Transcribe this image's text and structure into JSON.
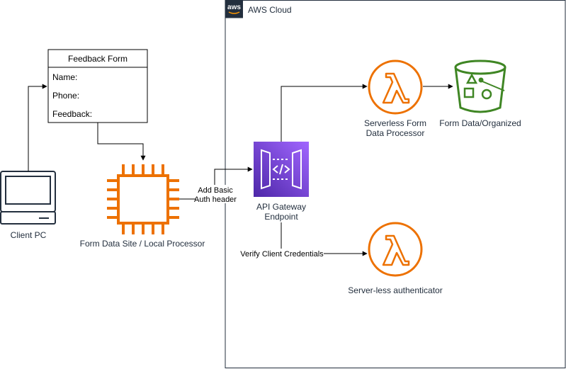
{
  "cloud": {
    "title": "AWS Cloud",
    "logo_text": "aws"
  },
  "form": {
    "title": "Feedback Form",
    "fields": [
      "Name:",
      "Phone:",
      "Feedback:"
    ]
  },
  "client": {
    "label": "Client PC"
  },
  "site": {
    "label": "Form Data Site / Local Processor"
  },
  "edges": {
    "auth_header_line1": "Add Basic",
    "auth_header_line2": "Auth header",
    "verify": "Verify Client Credentials"
  },
  "gateway": {
    "line1": "API Gateway",
    "line2": "Endpoint"
  },
  "lambda_processor": {
    "line1": "Serverless Form",
    "line2": "Data Processor"
  },
  "bucket": {
    "label": "Form Data/Organized"
  },
  "lambda_auth": {
    "label": "Server-less authenticator"
  },
  "colors": {
    "compute_orange": "#ED7100",
    "storage_green": "#3F8624",
    "api_purple": "#8C4FFF",
    "cloud_border": "#232F3E"
  },
  "icons": [
    "aws-logo-icon",
    "desktop-pc-icon",
    "ec2-chip-icon",
    "api-gateway-icon",
    "lambda-icon",
    "s3-bucket-icon"
  ]
}
